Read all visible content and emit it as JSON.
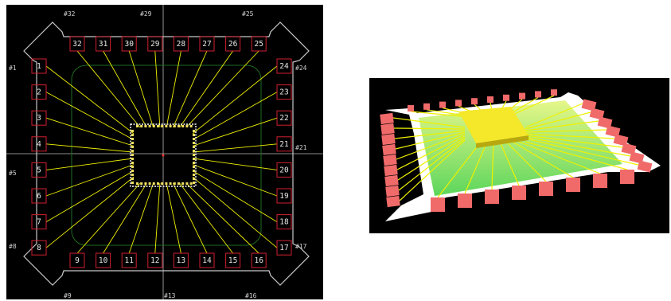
{
  "layout": {
    "pad_numbers": {
      "top": [
        "32",
        "31",
        "30",
        "29",
        "28",
        "27",
        "26",
        "25"
      ],
      "left": [
        "1",
        "2",
        "3",
        "4",
        "5",
        "6",
        "7",
        "8"
      ],
      "bottom": [
        "9",
        "10",
        "11",
        "12",
        "13",
        "14",
        "15",
        "16"
      ],
      "right": [
        "24",
        "23",
        "22",
        "21",
        "20",
        "19",
        "18",
        "17"
      ]
    },
    "outer_labels": {
      "top": [
        "#32",
        "#29",
        "#25"
      ],
      "left": [
        "#1",
        "#5",
        "#8"
      ],
      "bottom": [
        "#9",
        "#13",
        "#16"
      ],
      "right": [
        "#24",
        "#21",
        "#17"
      ]
    }
  },
  "colors": {
    "background": "#000000",
    "pad_outline": "#d02030",
    "bond_wire": "#f0f000",
    "guide_line": "#c8c8c8",
    "die_outline": "#ffffff",
    "paddle_outline": "#1f6b1f",
    "render_pad": "#f06a6a",
    "render_substrate_light": "#e6f78a",
    "render_substrate_dark": "#5cd65c",
    "render_die": "#f5e72a"
  }
}
